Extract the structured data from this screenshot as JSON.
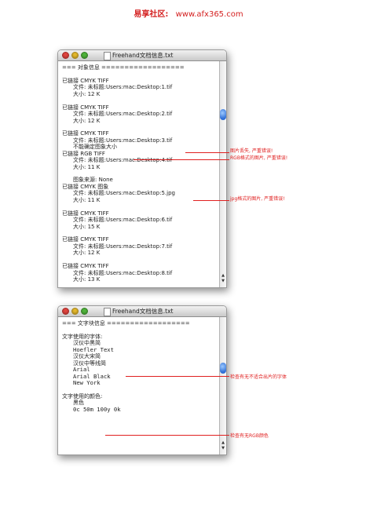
{
  "header": {
    "logo": "易享社区:",
    "url": "www.afx365.com"
  },
  "window1": {
    "title": "Freehand文档信息.txt",
    "lines": [
      {
        "text": "=== 对象信息 ==================",
        "ind": false
      },
      {
        "text": "",
        "ind": false
      },
      {
        "text": "已链接 CMYK TIFF",
        "ind": false
      },
      {
        "text": "文件: 未标题:Users:mac:Desktop:1.tif",
        "ind": true
      },
      {
        "text": "大小: 12 K",
        "ind": true
      },
      {
        "text": "",
        "ind": false
      },
      {
        "text": "已链接 CMYK TIFF",
        "ind": false
      },
      {
        "text": "文件: 未标题:Users:mac:Desktop:2.tif",
        "ind": true
      },
      {
        "text": "大小: 12 K",
        "ind": true
      },
      {
        "text": "",
        "ind": false
      },
      {
        "text": "已链接 CMYK TIFF",
        "ind": false
      },
      {
        "text": "文件: 未标题:Users:mac:Desktop:3.tif",
        "ind": true
      },
      {
        "text": "不能确定图象大小",
        "ind": true
      },
      {
        "text": "已链接 RGB TIFF",
        "ind": false
      },
      {
        "text": "文件: 未标题:Users:mac:Desktop:4.tif",
        "ind": true
      },
      {
        "text": "大小: 11 K",
        "ind": true
      },
      {
        "text": "",
        "ind": false
      },
      {
        "text": "图象来源: None",
        "ind": true
      },
      {
        "text": "已链接 CMYK 图象",
        "ind": false
      },
      {
        "text": "文件: 未标题:Users:mac:Desktop:5.jpg",
        "ind": true
      },
      {
        "text": "大小: 11 K",
        "ind": true
      },
      {
        "text": "",
        "ind": false
      },
      {
        "text": "已链接 CMYK TIFF",
        "ind": false
      },
      {
        "text": "文件: 未标题:Users:mac:Desktop:6.tif",
        "ind": true
      },
      {
        "text": "大小: 15 K",
        "ind": true
      },
      {
        "text": "",
        "ind": false
      },
      {
        "text": "已链接 CMYK TIFF",
        "ind": false
      },
      {
        "text": "文件: 未标题:Users:mac:Desktop:7.tif",
        "ind": true
      },
      {
        "text": "大小: 12 K",
        "ind": true
      },
      {
        "text": "",
        "ind": false
      },
      {
        "text": "已链接 CMYK TIFF",
        "ind": false
      },
      {
        "text": "文件: 未标题:Users:mac:Desktop:8.tif",
        "ind": true
      },
      {
        "text": "大小: 13 K",
        "ind": true
      }
    ]
  },
  "window2": {
    "title": "Freehand文档信息.txt",
    "lines": [
      {
        "text": "=== 文字块信息 ==================",
        "ind": false,
        "mono": false
      },
      {
        "text": "",
        "ind": false,
        "mono": false
      },
      {
        "text": "文字使用的字体:",
        "ind": false,
        "mono": false
      },
      {
        "text": "汉仪中黑简",
        "ind": true,
        "mono": false
      },
      {
        "text": "Hoefler Text",
        "ind": true,
        "mono": true
      },
      {
        "text": "汉仪大宋简",
        "ind": true,
        "mono": false
      },
      {
        "text": "汉仪中等线简",
        "ind": true,
        "mono": false
      },
      {
        "text": "Arial",
        "ind": true,
        "mono": true
      },
      {
        "text": "Arial Black",
        "ind": true,
        "mono": true
      },
      {
        "text": "New York",
        "ind": true,
        "mono": true
      },
      {
        "text": "",
        "ind": false,
        "mono": false
      },
      {
        "text": "文字使用的颜色:",
        "ind": false,
        "mono": false
      },
      {
        "text": "黑色",
        "ind": true,
        "mono": false
      },
      {
        "text": "0c 50m 100y 0k",
        "ind": true,
        "mono": true
      }
    ]
  },
  "annotations": {
    "missing": "图片丢失, 严重错误!",
    "rgb_tif": "RGB格式的图片, 严重错误!",
    "jpg": "jpg格式的图片, 严重错误!",
    "fonts": "检查有无不适合出片的字体",
    "colors": "检查有无RGB颜色"
  }
}
